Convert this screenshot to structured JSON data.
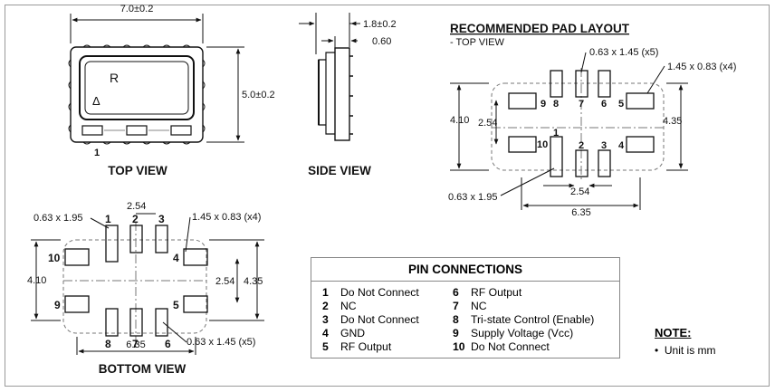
{
  "views": {
    "top": "TOP VIEW",
    "side": "SIDE VIEW",
    "bottom": "BOTTOM VIEW",
    "pad_title": "RECOMMENDED PAD LAYOUT",
    "pad_subtitle": "- TOP VIEW"
  },
  "top_view": {
    "width": "7.0±0.2",
    "height": "5.0±0.2",
    "mark_r": "R",
    "mark_delta": "Δ",
    "pin1": "1"
  },
  "side_view": {
    "thickness": "1.8±0.2",
    "offset": "0.60"
  },
  "pad_layout": {
    "small_pad": "0.63 x 1.45 (x5)",
    "big_pad": "1.45 x 0.83 (x4)",
    "pin1_pad": "0.63 x 1.95",
    "h_left": "4.10",
    "h_right": "4.35",
    "pitch_v": "2.54",
    "pitch_h": "2.54",
    "width": "6.35",
    "pins": {
      "p1": "1",
      "p2": "2",
      "p3": "3",
      "p4": "4",
      "p5": "5",
      "p6": "6",
      "p7": "7",
      "p8": "8",
      "p9": "9",
      "p10": "10"
    }
  },
  "bottom_view": {
    "pin1_pad": "0.63 x 1.95",
    "big_pad": "1.45 x 0.83 (x4)",
    "small_pad": "0.63 x 1.45 (x5)",
    "pitch_top": "2.54",
    "h_left": "4.10",
    "h_right": "4.35",
    "pitch_v": "2.54",
    "width": "6.35",
    "pins": {
      "p1": "1",
      "p2": "2",
      "p3": "3",
      "p4": "4",
      "p5": "5",
      "p6": "6",
      "p7": "7",
      "p8": "8",
      "p9": "9",
      "p10": "10"
    }
  },
  "pin_table": {
    "title": "PIN CONNECTIONS",
    "left": [
      {
        "num": "1",
        "name": "Do Not Connect"
      },
      {
        "num": "2",
        "name": "NC"
      },
      {
        "num": "3",
        "name": "Do Not Connect"
      },
      {
        "num": "4",
        "name": "GND"
      },
      {
        "num": "5",
        "name": "RF Output"
      }
    ],
    "right": [
      {
        "num": "6",
        "name": "RF Output"
      },
      {
        "num": "7",
        "name": "NC"
      },
      {
        "num": "8",
        "name": "Tri-state Control (Enable)"
      },
      {
        "num": "9",
        "name": "Supply Voltage (Vcc)"
      },
      {
        "num": "10",
        "name": "Do Not Connect"
      }
    ]
  },
  "note": {
    "title": "NOTE:",
    "item": "Unit is mm"
  }
}
